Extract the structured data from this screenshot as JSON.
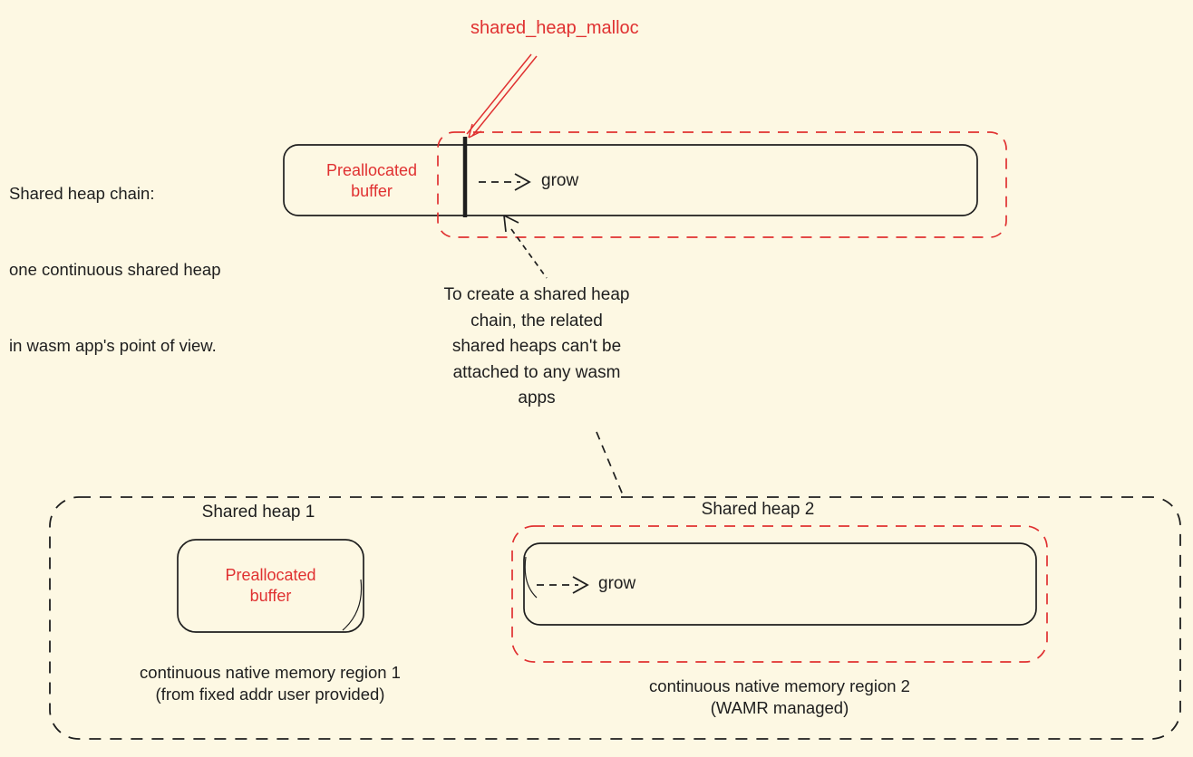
{
  "colors": {
    "background": "#fdf8e3",
    "accent_red": "#e03131",
    "ink": "#1e1e1e"
  },
  "malloc_pointer": {
    "label": "shared_heap_malloc"
  },
  "chain": {
    "caption": [
      "Shared heap chain:",
      "one continuous shared heap",
      "in wasm app's point of view."
    ],
    "prealloc": [
      "Preallocated",
      "buffer"
    ],
    "grow": "grow"
  },
  "note": {
    "lines": [
      "To create a shared heap",
      "chain, the related",
      "shared heaps can't be",
      "attached to any wasm",
      "apps"
    ]
  },
  "detail": {
    "heap1": {
      "title": "Shared heap 1",
      "prealloc": [
        "Preallocated",
        "buffer"
      ],
      "caption": [
        "continuous native memory region 1",
        "(from fixed addr user provided)"
      ]
    },
    "heap2": {
      "title": "Shared heap 2",
      "grow": "grow",
      "caption": [
        "continuous native memory region 2",
        "(WAMR managed)"
      ]
    }
  }
}
